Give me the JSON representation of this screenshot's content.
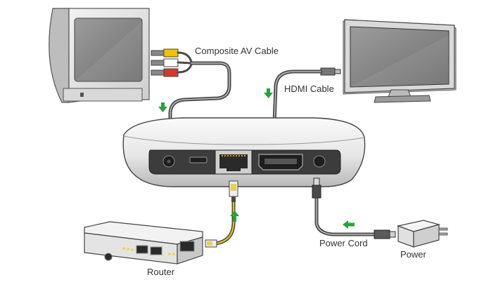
{
  "labels": {
    "composite": "Composite AV Cable",
    "hdmi": "HDMI Cable",
    "power_cord": "Power Cord",
    "power": "Power",
    "router": "Router"
  },
  "colors": {
    "arrow": "#2e9e3e",
    "screen": "#8a8a8a",
    "device_body": "#e9e9e9",
    "panel": "#3c3c3c",
    "cable": "#4a4a4a",
    "cable_highlight": "#bdbdbd",
    "rca_yellow": "#f2c200",
    "rca_red": "#d23a2a",
    "ethernet_cable": "#e6c21a",
    "router_led": "#f5d000"
  },
  "icons": {
    "arrow": "green-arrow-icon",
    "crt_tv": "crt-tv-icon",
    "flat_tv": "flat-tv-icon",
    "router": "router-icon",
    "power_adapter": "power-adapter-icon"
  }
}
